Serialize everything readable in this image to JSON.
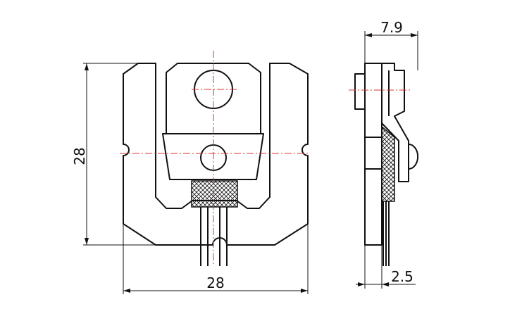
{
  "dimensions": {
    "front_width": "28",
    "front_height": "28",
    "side_width": "7.9",
    "side_thickness": "2.5"
  },
  "colors": {
    "outline": "#111111",
    "centerline": "#e03030",
    "background": "#ffffff"
  }
}
